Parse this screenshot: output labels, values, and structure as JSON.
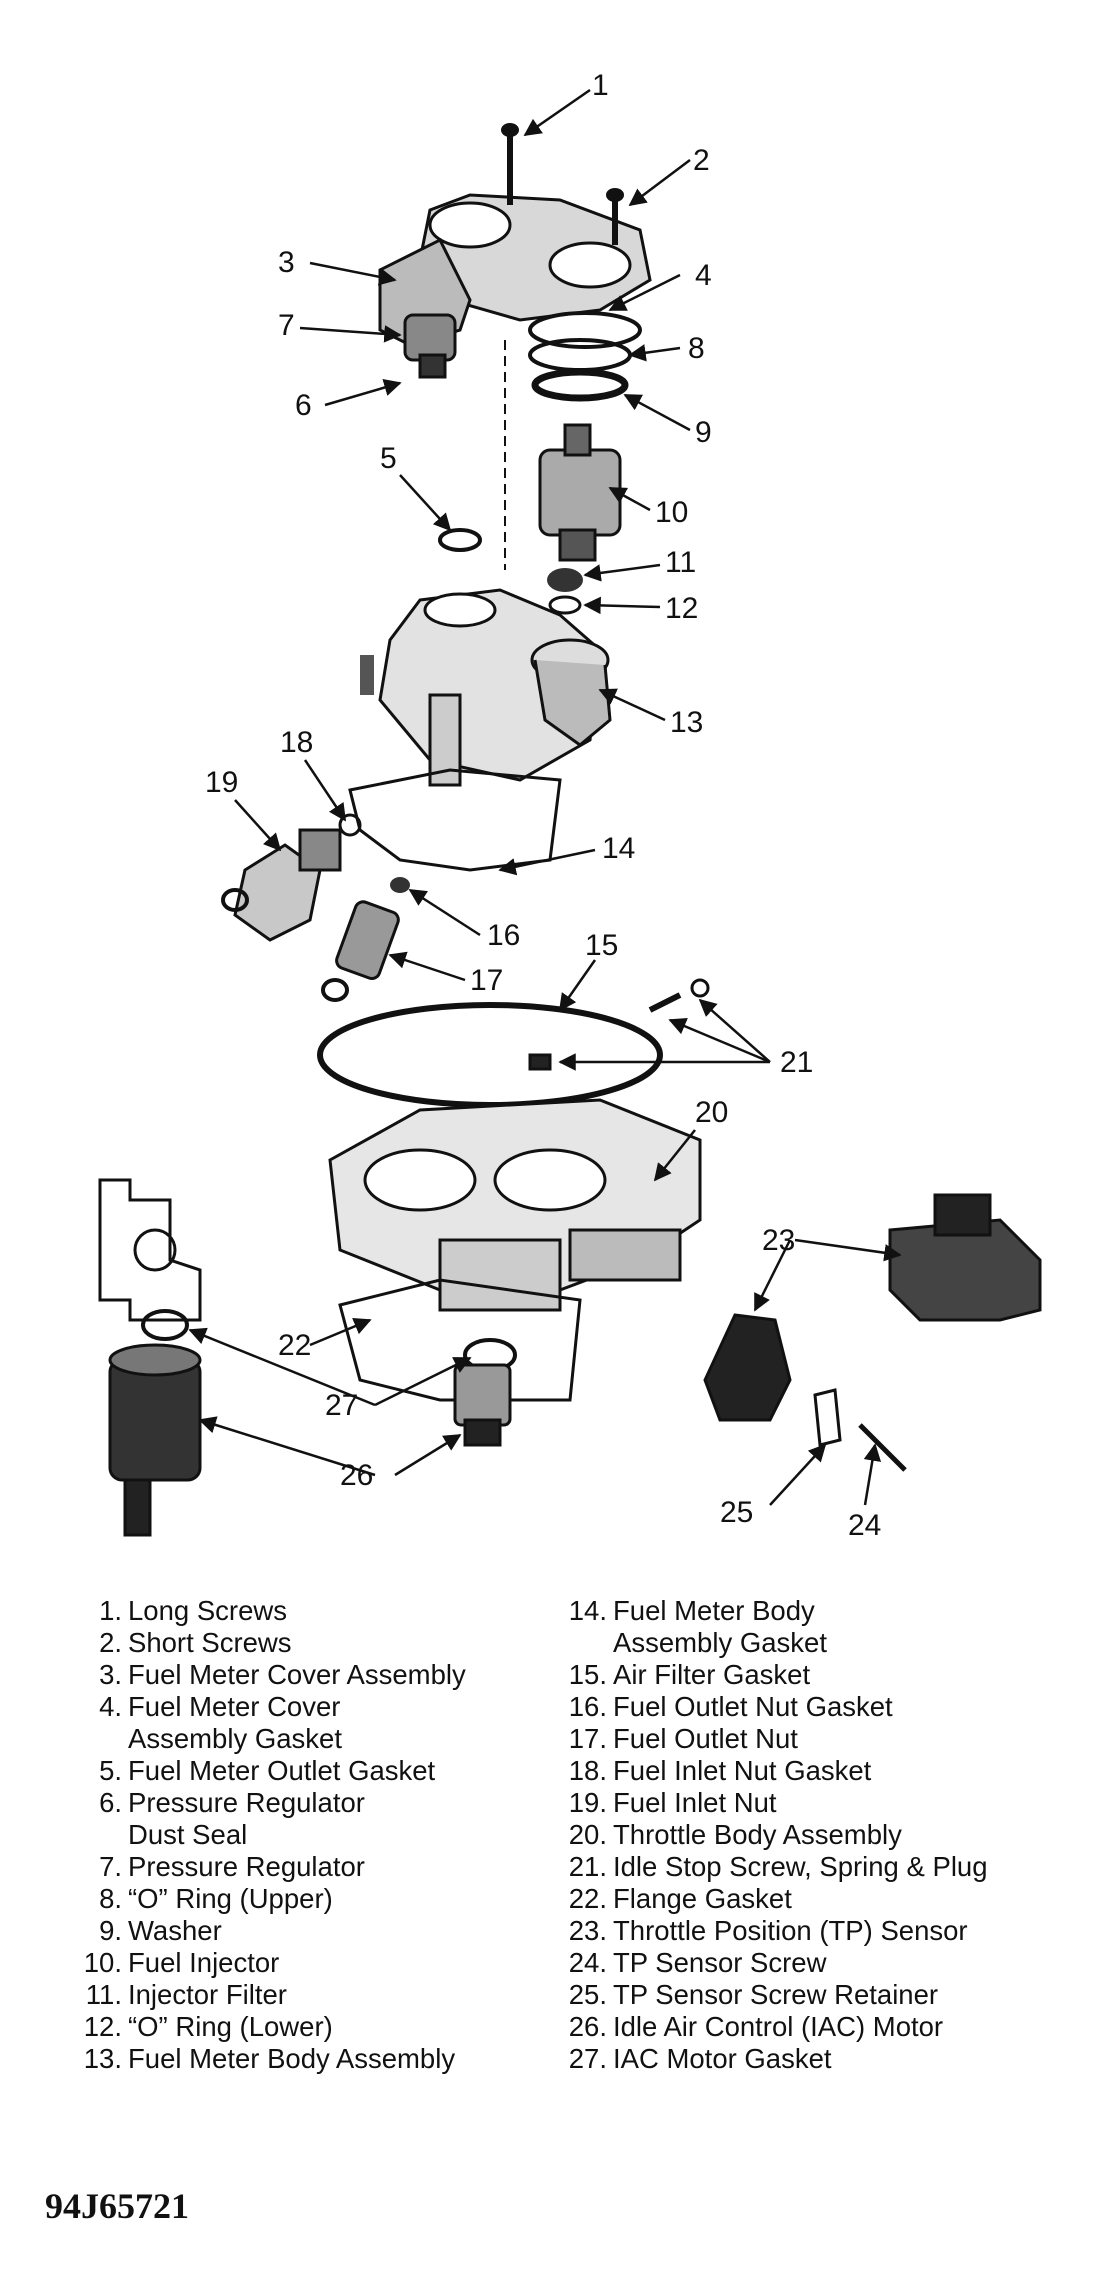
{
  "diagram": {
    "callouts": [
      "1",
      "2",
      "3",
      "4",
      "5",
      "6",
      "7",
      "8",
      "9",
      "10",
      "11",
      "12",
      "13",
      "14",
      "15",
      "16",
      "17",
      "18",
      "19",
      "20",
      "21",
      "22",
      "23",
      "24",
      "25",
      "26",
      "27"
    ]
  },
  "legend": {
    "left": [
      {
        "number": "1.",
        "label": "Long Screws"
      },
      {
        "number": "2.",
        "label": "Short Screws"
      },
      {
        "number": "3.",
        "label": "Fuel Meter Cover Assembly"
      },
      {
        "number": "4.",
        "label": "Fuel Meter Cover\nAssembly Gasket"
      },
      {
        "number": "5.",
        "label": "Fuel Meter Outlet Gasket"
      },
      {
        "number": "6.",
        "label": "Pressure Regulator\nDust Seal"
      },
      {
        "number": "7.",
        "label": "Pressure Regulator"
      },
      {
        "number": "8.",
        "label": "“O” Ring (Upper)"
      },
      {
        "number": "9.",
        "label": "Washer"
      },
      {
        "number": "10.",
        "label": "Fuel Injector"
      },
      {
        "number": "11.",
        "label": "Injector Filter"
      },
      {
        "number": "12.",
        "label": "“O” Ring (Lower)"
      },
      {
        "number": "13.",
        "label": "Fuel Meter Body Assembly"
      }
    ],
    "right": [
      {
        "number": "14.",
        "label": "Fuel Meter Body\nAssembly Gasket"
      },
      {
        "number": "15.",
        "label": "Air Filter Gasket"
      },
      {
        "number": "16.",
        "label": "Fuel Outlet Nut Gasket"
      },
      {
        "number": "17.",
        "label": "Fuel Outlet Nut"
      },
      {
        "number": "18.",
        "label": "Fuel Inlet Nut Gasket"
      },
      {
        "number": "19.",
        "label": "Fuel Inlet Nut"
      },
      {
        "number": "20.",
        "label": "Throttle Body Assembly"
      },
      {
        "number": "21.",
        "label": "Idle Stop Screw, Spring & Plug"
      },
      {
        "number": "22.",
        "label": "Flange Gasket"
      },
      {
        "number": "23.",
        "label": "Throttle Position (TP) Sensor"
      },
      {
        "number": "24.",
        "label": "TP Sensor Screw"
      },
      {
        "number": "25.",
        "label": "TP Sensor Screw Retainer"
      },
      {
        "number": "26.",
        "label": "Idle Air Control (IAC) Motor"
      },
      {
        "number": "27.",
        "label": "IAC Motor Gasket"
      }
    ]
  },
  "figure_id": "94J65721"
}
